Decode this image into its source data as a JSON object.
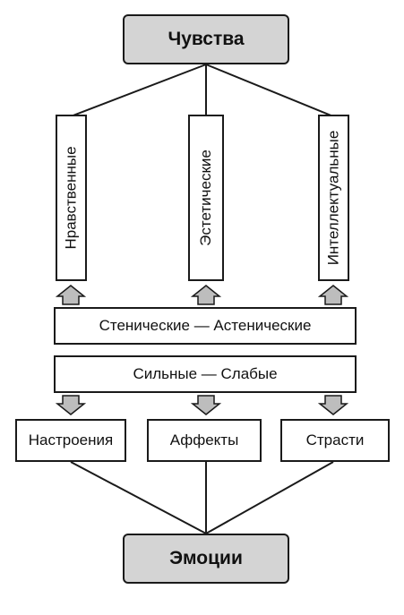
{
  "top": {
    "label": "Чувства"
  },
  "categories": [
    {
      "label": "Нравственные"
    },
    {
      "label": "Эстетические"
    },
    {
      "label": "Интеллектуальные"
    }
  ],
  "properties": [
    {
      "label": "Стенические — Астенические"
    },
    {
      "label": "Сильные — Слабые"
    }
  ],
  "forms": [
    {
      "label": "Настроения"
    },
    {
      "label": "Аффекты"
    },
    {
      "label": "Страсти"
    }
  ],
  "bottom": {
    "label": "Эмоции"
  },
  "colors": {
    "root_fill": "#d4d4d4",
    "arrow_fill": "#bdbdbd",
    "stroke": "#1a1a1a"
  }
}
